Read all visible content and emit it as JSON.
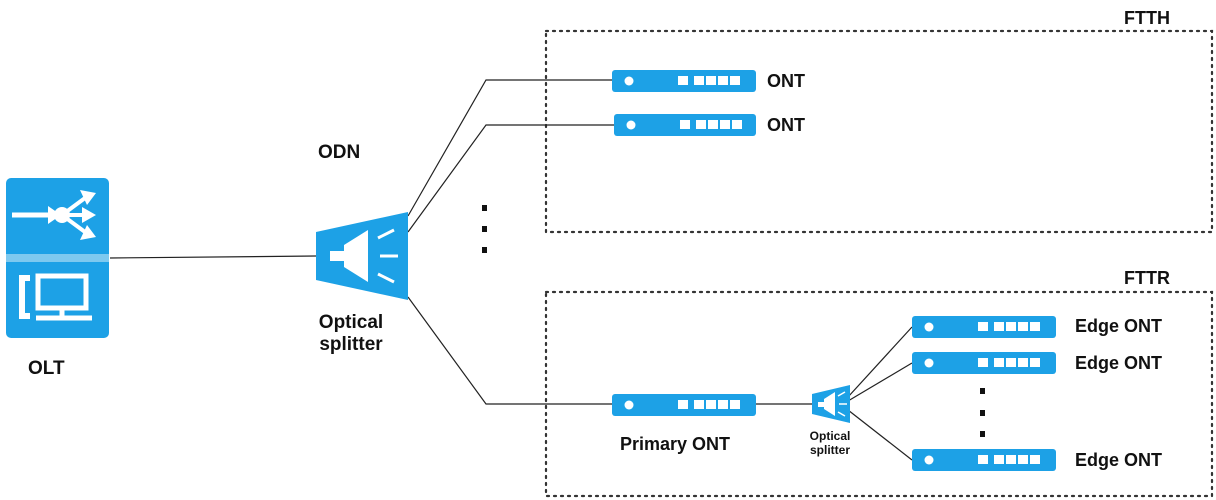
{
  "diagram": {
    "olt_label": "OLT",
    "odn_label": "ODN",
    "splitter_label_line1": "Optical",
    "splitter_label_line2": "splitter",
    "ftth": {
      "title": "FTTH",
      "ont_labels": [
        "ONT",
        "ONT"
      ]
    },
    "fttr": {
      "title": "FTTR",
      "primary_label": "Primary ONT",
      "small_splitter_line1": "Optical",
      "small_splitter_line2": "splitter",
      "edge_labels": [
        "Edge ONT",
        "Edge ONT",
        "Edge ONT"
      ]
    },
    "colors": {
      "device_blue": "#1da1e6",
      "device_blue_light": "#7ec9ef",
      "line": "#222222",
      "box_border": "#333333"
    }
  }
}
